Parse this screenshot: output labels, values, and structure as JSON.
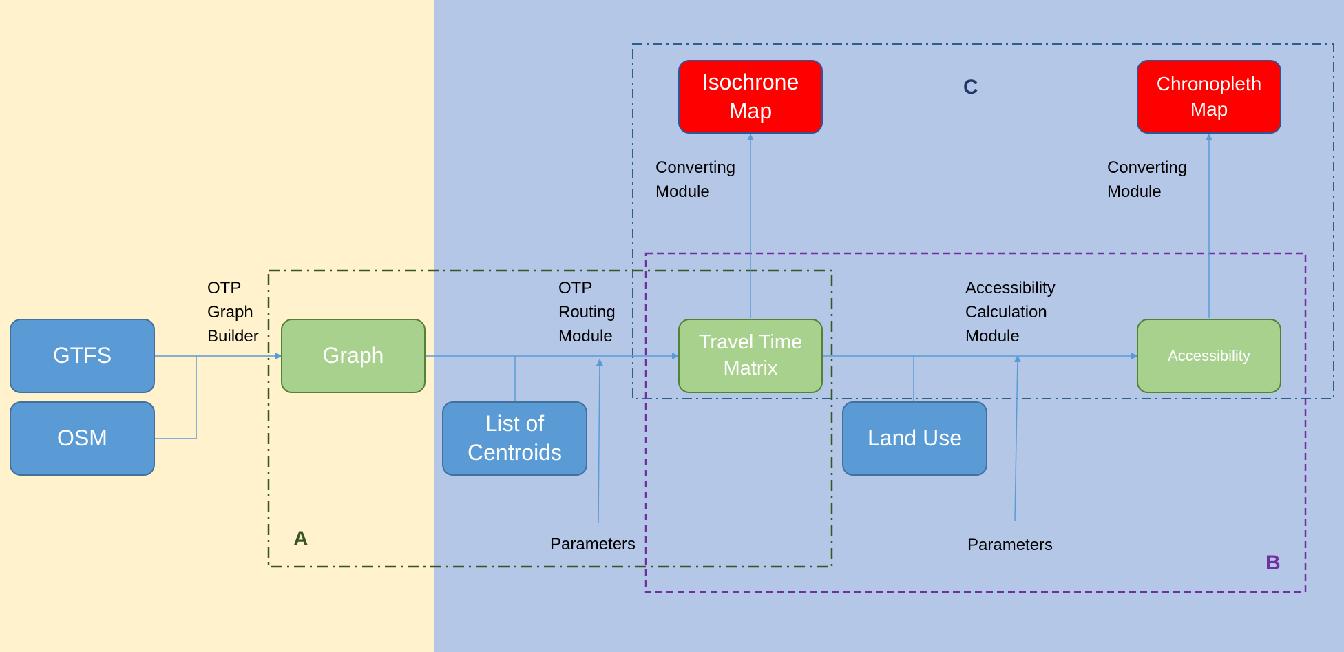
{
  "colors": {
    "left_background": "#fff2cc",
    "right_background": "#b4c7e7",
    "input_box": "#5b9bd5",
    "process_box": "#a9d18e",
    "output_box": "#ff0000",
    "arrow": "#5b9bd5",
    "zone_a": "#375623",
    "zone_b": "#7030a0",
    "zone_c": "#2e5f8a"
  },
  "nodes": {
    "gtfs": "GTFS",
    "osm": "OSM",
    "graph": "Graph",
    "centroids": "List of\nCentroids",
    "travel_time_matrix": "Travel Time\nMatrix",
    "land_use": "Land Use",
    "accessibility": "Accessibility",
    "isochrone_map": "Isochrone\nMap",
    "chronopleth_map": "Chronopleth\nMap"
  },
  "labels": {
    "otp_graph_builder": "OTP\nGraph\nBuilder",
    "otp_routing_module": "OTP\nRouting\nModule",
    "accessibility_calculation_module": "Accessibility\nCalculation\nModule",
    "converting_module_left": "Converting\nModule",
    "converting_module_right": "Converting\nModule",
    "parameters_left": "Parameters",
    "parameters_right": "Parameters"
  },
  "zones": {
    "a": "A",
    "b": "B",
    "c": "C"
  }
}
